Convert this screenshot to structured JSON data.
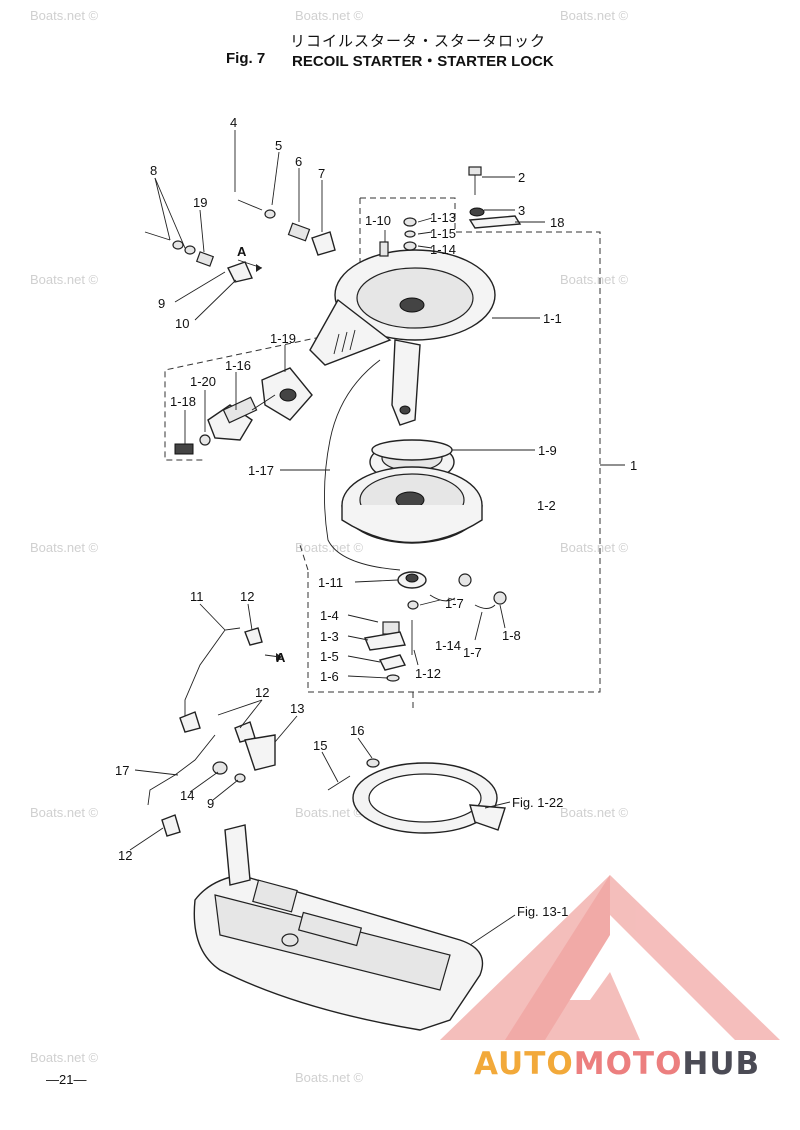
{
  "header": {
    "title_jp": "リコイルスタータ・スタータロック",
    "fig_number": "Fig. 7",
    "title_en": "RECOIL STARTER・STARTER LOCK"
  },
  "watermark": "Boats.net ©",
  "callouts": {
    "c2": "2",
    "c3": "3",
    "c18": "18",
    "c4": "4",
    "c5": "5",
    "c6": "6",
    "c7": "7",
    "c8": "8",
    "c19": "19",
    "c9": "9",
    "c10": "10",
    "cA": "A",
    "cA2": "A",
    "c1_10": "1-10",
    "c1_13": "1-13",
    "c1_15": "1-15",
    "c1_14": "1-14",
    "c1_1": "1-1",
    "c1_19": "1-19",
    "c1_16": "1-16",
    "c1_20": "1-20",
    "c1_18": "1-18",
    "c1_17": "1-17",
    "c1_9": "1-9",
    "c1": "1",
    "c1_2": "1-2",
    "c1_11": "1-11",
    "c1_7a": "1-7",
    "c1_7b": "1-7",
    "c1_8": "1-8",
    "c1_4": "1-4",
    "c1_3": "1-3",
    "c1_5": "1-5",
    "c1_6": "1-6",
    "c1_14b": "1-14",
    "c1_12": "1-12",
    "c11": "11",
    "c12a": "12",
    "c12b": "12",
    "c12c": "12",
    "c13": "13",
    "c17": "17",
    "c14": "14",
    "c9b": "9",
    "c15": "15",
    "c16": "16",
    "fig_1_22": "Fig. 1-22",
    "fig_13_1": "Fig. 13-1"
  },
  "footer": {
    "page_number": "—21—",
    "brand_part1": "AUTO",
    "brand_part2": "MOTO",
    "brand_part3": "HUB"
  },
  "colors": {
    "brand_orange": "#f2a93a",
    "brand_pink": "#ec7f7f",
    "brand_dark": "#4b4b55",
    "logo_triangle": "#f3b3b0"
  }
}
